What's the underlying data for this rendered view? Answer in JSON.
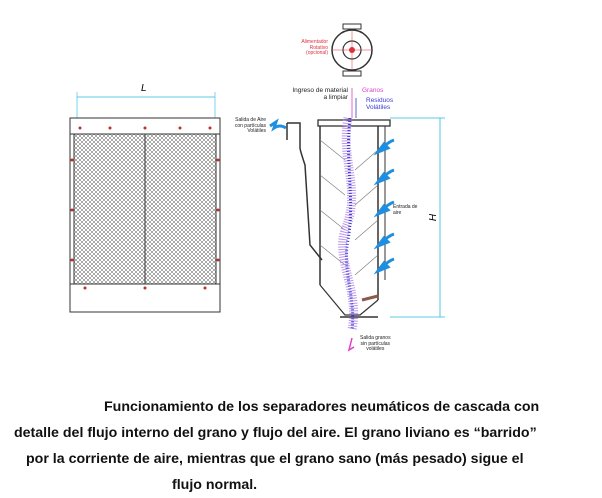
{
  "diagram": {
    "dimension_L": "L",
    "dimension_H": "H",
    "feeder_label": [
      "Alimentador",
      "Rotativo",
      "(opcional)"
    ],
    "material_inlet": [
      "Ingreso de material",
      "a limpiar"
    ],
    "grains": "Granos",
    "volatile_residue": [
      "Residuos",
      "Volátiles"
    ],
    "air_outlet": [
      "Salida de Aire",
      "con partículas",
      "Volátiles"
    ],
    "air_inlet": [
      "Entrada de",
      "aire"
    ],
    "grain_outlet": [
      "Salida granos",
      "sin partículas",
      "volátiles"
    ],
    "colors": {
      "dimension": "#29b6e0",
      "air": "#1e8fe0",
      "grains": "#e040c8",
      "residue": "#3b3bd6",
      "feeder": "#e0303a"
    }
  },
  "caption": {
    "line1": "Funcionamiento de los separadores neumáticos de cascada con",
    "line2": "detalle del flujo interno del grano y flujo del aire. El grano liviano es “barrido”",
    "line3": "por la corriente de aire, mientras que el grano sano (más pesado) sigue el",
    "line4": "flujo normal."
  }
}
